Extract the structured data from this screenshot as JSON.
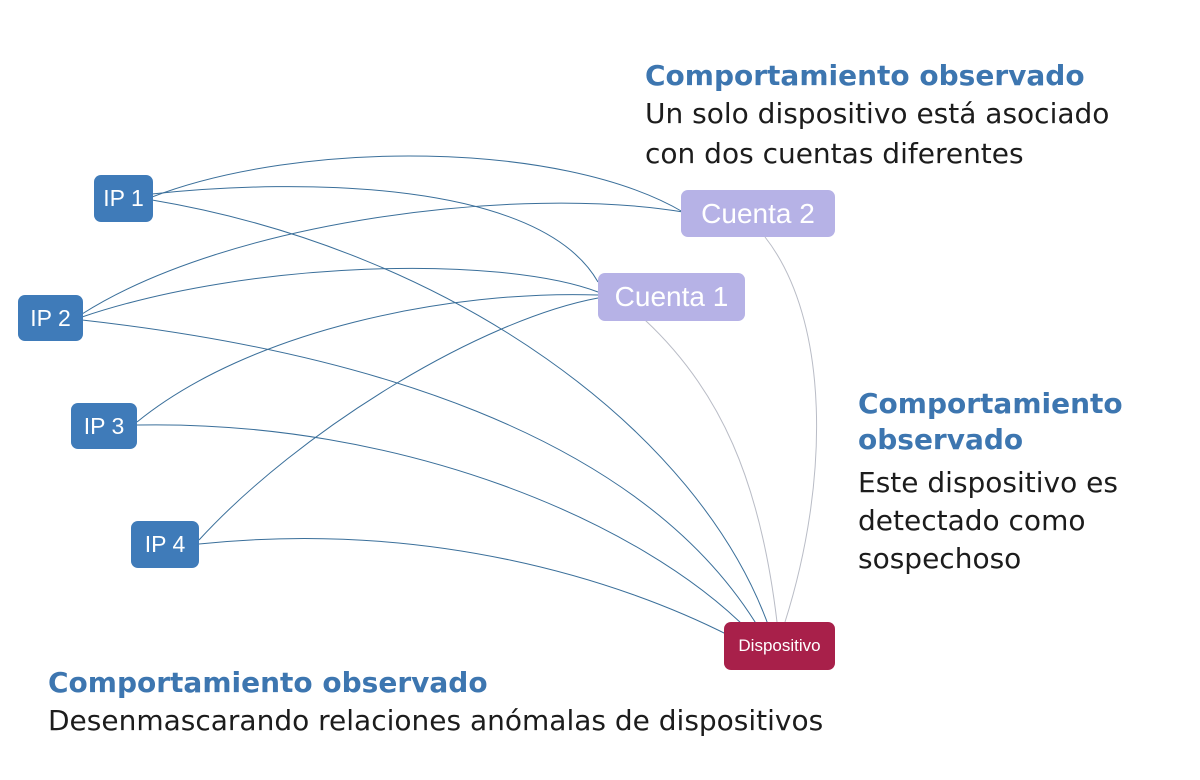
{
  "nodes": {
    "ip1": "IP 1",
    "ip2": "IP 2",
    "ip3": "IP 3",
    "ip4": "IP 4",
    "cuenta1": "Cuenta 1",
    "cuenta2": "Cuenta 2",
    "device": "Dispositivo"
  },
  "callouts": {
    "top": {
      "heading": "Comportamiento observado",
      "body": "Un solo dispositivo está asociado con dos cuentas diferentes"
    },
    "right": {
      "heading": "Comportamiento observado",
      "body": "Este dispositivo es detectado como sospechoso"
    },
    "bottom": {
      "heading": "Comportamiento observado",
      "body": "Desenmascarando relaciones anómalas de dispositivos"
    }
  },
  "colors": {
    "ip": "#3f7bb9",
    "account": "#b6b2e6",
    "device": "#a8204a",
    "edge_ip": "#3a6f9a",
    "edge_account": "#b9bcc6",
    "heading": "#3d76b0"
  },
  "edges": [
    [
      "ip1",
      "cuenta2"
    ],
    [
      "ip1",
      "cuenta1"
    ],
    [
      "ip1",
      "device"
    ],
    [
      "ip2",
      "cuenta2"
    ],
    [
      "ip2",
      "cuenta1"
    ],
    [
      "ip2",
      "device"
    ],
    [
      "ip3",
      "cuenta1"
    ],
    [
      "ip3",
      "device"
    ],
    [
      "ip4",
      "cuenta1"
    ],
    [
      "ip4",
      "device"
    ],
    [
      "cuenta1",
      "device"
    ],
    [
      "cuenta2",
      "device"
    ]
  ]
}
